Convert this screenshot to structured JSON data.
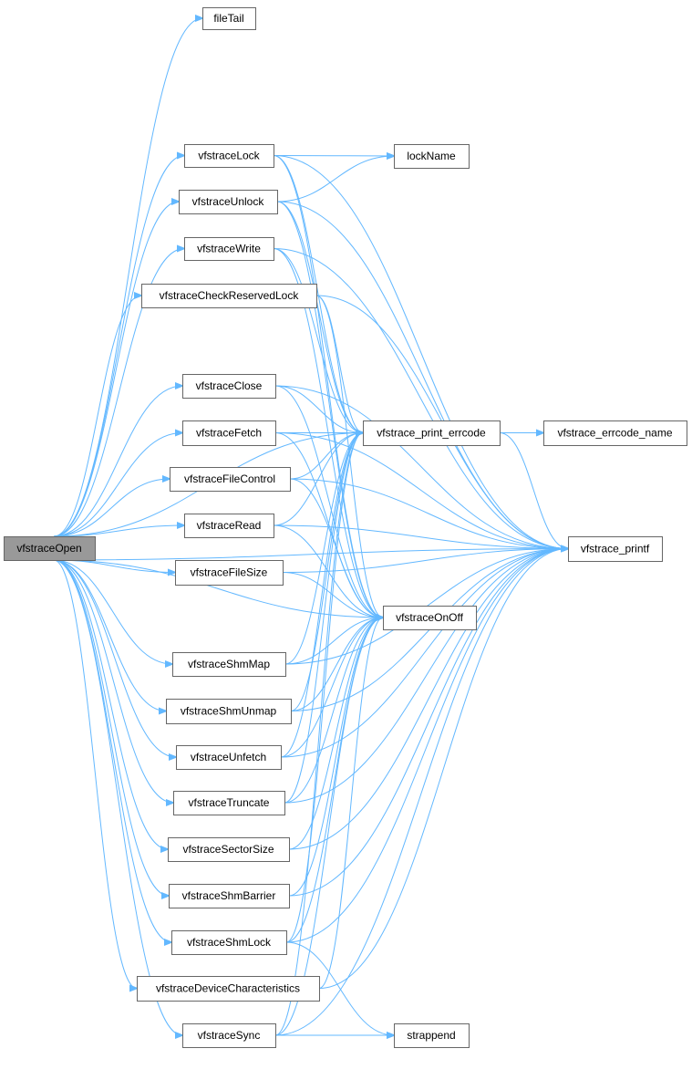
{
  "graph": {
    "edge_color": "#63b8ff",
    "node_border_color": "#666666",
    "root_fill_color": "#999999",
    "root": "vfstraceOpen",
    "nodes": [
      "vfstraceOpen",
      "fileTail",
      "vfstraceLock",
      "lockName",
      "vfstraceUnlock",
      "vfstraceWrite",
      "vfstraceCheckReservedLock",
      "vfstraceClose",
      "vfstrace_print_errcode",
      "vfstrace_errcode_name",
      "vfstraceFetch",
      "vfstraceFileControl",
      "vfstraceRead",
      "vfstrace_printf",
      "vfstraceFileSize",
      "vfstraceOnOff",
      "vfstraceShmMap",
      "vfstraceShmUnmap",
      "vfstraceUnfetch",
      "vfstraceTruncate",
      "vfstraceSectorSize",
      "vfstraceShmBarrier",
      "vfstraceShmLock",
      "vfstraceDeviceCharacteristics",
      "vfstraceSync",
      "strappend"
    ],
    "edges": [
      [
        "vfstraceOpen",
        "fileTail"
      ],
      [
        "vfstraceOpen",
        "vfstraceLock"
      ],
      [
        "vfstraceOpen",
        "vfstraceUnlock"
      ],
      [
        "vfstraceOpen",
        "vfstraceWrite"
      ],
      [
        "vfstraceOpen",
        "vfstraceCheckReservedLock"
      ],
      [
        "vfstraceOpen",
        "vfstraceClose"
      ],
      [
        "vfstraceOpen",
        "vfstraceFetch"
      ],
      [
        "vfstraceOpen",
        "vfstraceFileControl"
      ],
      [
        "vfstraceOpen",
        "vfstraceRead"
      ],
      [
        "vfstraceOpen",
        "vfstraceFileSize"
      ],
      [
        "vfstraceOpen",
        "vfstraceShmMap"
      ],
      [
        "vfstraceOpen",
        "vfstraceShmUnmap"
      ],
      [
        "vfstraceOpen",
        "vfstraceUnfetch"
      ],
      [
        "vfstraceOpen",
        "vfstraceTruncate"
      ],
      [
        "vfstraceOpen",
        "vfstraceSectorSize"
      ],
      [
        "vfstraceOpen",
        "vfstraceShmBarrier"
      ],
      [
        "vfstraceOpen",
        "vfstraceShmLock"
      ],
      [
        "vfstraceOpen",
        "vfstraceDeviceCharacteristics"
      ],
      [
        "vfstraceOpen",
        "vfstraceSync"
      ],
      [
        "vfstraceOpen",
        "vfstrace_print_errcode"
      ],
      [
        "vfstraceOpen",
        "vfstrace_printf"
      ],
      [
        "vfstraceOpen",
        "vfstraceOnOff"
      ],
      [
        "vfstraceLock",
        "lockName"
      ],
      [
        "vfstraceLock",
        "vfstrace_print_errcode"
      ],
      [
        "vfstraceLock",
        "vfstrace_printf"
      ],
      [
        "vfstraceLock",
        "vfstraceOnOff"
      ],
      [
        "vfstraceUnlock",
        "lockName"
      ],
      [
        "vfstraceUnlock",
        "vfstrace_print_errcode"
      ],
      [
        "vfstraceUnlock",
        "vfstrace_printf"
      ],
      [
        "vfstraceUnlock",
        "vfstraceOnOff"
      ],
      [
        "vfstraceWrite",
        "vfstrace_print_errcode"
      ],
      [
        "vfstraceWrite",
        "vfstrace_printf"
      ],
      [
        "vfstraceWrite",
        "vfstraceOnOff"
      ],
      [
        "vfstraceCheckReservedLock",
        "vfstrace_print_errcode"
      ],
      [
        "vfstraceCheckReservedLock",
        "vfstrace_printf"
      ],
      [
        "vfstraceCheckReservedLock",
        "vfstraceOnOff"
      ],
      [
        "vfstraceClose",
        "vfstrace_print_errcode"
      ],
      [
        "vfstraceClose",
        "vfstrace_printf"
      ],
      [
        "vfstraceClose",
        "vfstraceOnOff"
      ],
      [
        "vfstraceFetch",
        "vfstrace_print_errcode"
      ],
      [
        "vfstraceFetch",
        "vfstrace_printf"
      ],
      [
        "vfstraceFetch",
        "vfstraceOnOff"
      ],
      [
        "vfstraceFileControl",
        "vfstrace_print_errcode"
      ],
      [
        "vfstraceFileControl",
        "vfstrace_printf"
      ],
      [
        "vfstraceFileControl",
        "vfstraceOnOff"
      ],
      [
        "vfstraceRead",
        "vfstrace_print_errcode"
      ],
      [
        "vfstraceRead",
        "vfstrace_printf"
      ],
      [
        "vfstraceRead",
        "vfstraceOnOff"
      ],
      [
        "vfstraceFileSize",
        "vfstrace_printf"
      ],
      [
        "vfstraceFileSize",
        "vfstraceOnOff"
      ],
      [
        "vfstraceShmMap",
        "vfstrace_print_errcode"
      ],
      [
        "vfstraceShmMap",
        "vfstrace_printf"
      ],
      [
        "vfstraceShmMap",
        "vfstraceOnOff"
      ],
      [
        "vfstraceShmUnmap",
        "vfstrace_print_errcode"
      ],
      [
        "vfstraceShmUnmap",
        "vfstrace_printf"
      ],
      [
        "vfstraceShmUnmap",
        "vfstraceOnOff"
      ],
      [
        "vfstraceUnfetch",
        "vfstrace_print_errcode"
      ],
      [
        "vfstraceUnfetch",
        "vfstrace_printf"
      ],
      [
        "vfstraceUnfetch",
        "vfstraceOnOff"
      ],
      [
        "vfstraceTruncate",
        "vfstrace_print_errcode"
      ],
      [
        "vfstraceTruncate",
        "vfstrace_printf"
      ],
      [
        "vfstraceTruncate",
        "vfstraceOnOff"
      ],
      [
        "vfstraceSectorSize",
        "vfstrace_printf"
      ],
      [
        "vfstraceSectorSize",
        "vfstraceOnOff"
      ],
      [
        "vfstraceShmBarrier",
        "vfstrace_printf"
      ],
      [
        "vfstraceShmBarrier",
        "vfstraceOnOff"
      ],
      [
        "vfstraceShmLock",
        "vfstrace_print_errcode"
      ],
      [
        "vfstraceShmLock",
        "vfstrace_printf"
      ],
      [
        "vfstraceShmLock",
        "vfstraceOnOff"
      ],
      [
        "vfstraceShmLock",
        "strappend"
      ],
      [
        "vfstraceDeviceCharacteristics",
        "vfstrace_printf"
      ],
      [
        "vfstraceDeviceCharacteristics",
        "vfstraceOnOff"
      ],
      [
        "vfstraceSync",
        "vfstrace_print_errcode"
      ],
      [
        "vfstraceSync",
        "vfstrace_printf"
      ],
      [
        "vfstraceSync",
        "vfstraceOnOff"
      ],
      [
        "vfstraceSync",
        "strappend"
      ],
      [
        "vfstrace_print_errcode",
        "vfstrace_errcode_name"
      ],
      [
        "vfstrace_print_errcode",
        "vfstrace_printf"
      ]
    ]
  }
}
